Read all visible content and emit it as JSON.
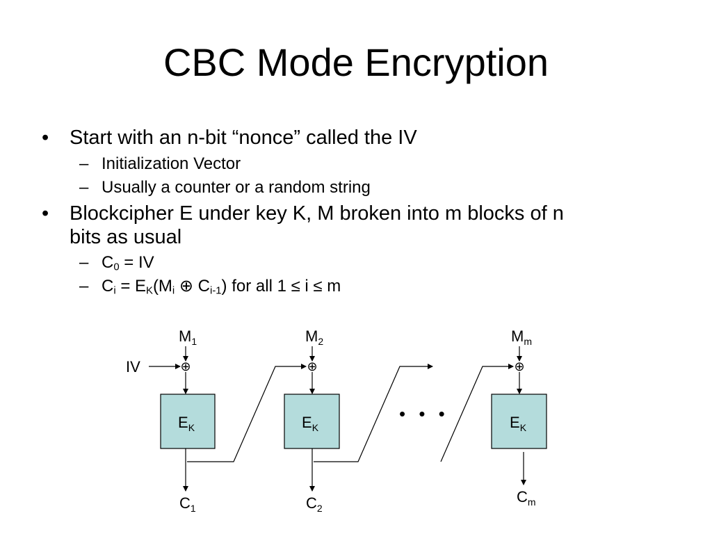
{
  "slide": {
    "title": "CBC Mode Encryption",
    "bullets": [
      {
        "text": "Start with an n-bit “nonce” called the IV",
        "subs": [
          "Initialization Vector",
          "Usually a counter or a random string"
        ]
      },
      {
        "text_line1": "Blockcipher E under key K, M broken into m blocks of n",
        "text_line2": "bits as usual",
        "sub1": {
          "c": "C",
          "sub": "0",
          "rest": " = IV"
        },
        "sub2": {
          "c": "C",
          "i": "i",
          "eq": " = E",
          "k": "K",
          "open": "(M",
          "mi": "i",
          "xor": " ⊕ C",
          "im1": "i-1",
          "tail": ") for all 1 ≤ i ≤ m"
        }
      }
    ],
    "bullet_glyph": "•",
    "dash_glyph": "–"
  },
  "diagram": {
    "iv_label": "IV",
    "xor_symbol": "⊕",
    "ellipsis": "• • •",
    "blocks": [
      {
        "m": "M",
        "m_sub": "1",
        "e": "E",
        "e_sub": "K",
        "c": "C",
        "c_sub": "1"
      },
      {
        "m": "M",
        "m_sub": "2",
        "e": "E",
        "e_sub": "K",
        "c": "C",
        "c_sub": "2"
      },
      {
        "m": "M",
        "m_sub": "m",
        "e": "E",
        "e_sub": "K",
        "c": "C",
        "c_sub": "m"
      }
    ],
    "block_fill": "#b4dcdc"
  }
}
